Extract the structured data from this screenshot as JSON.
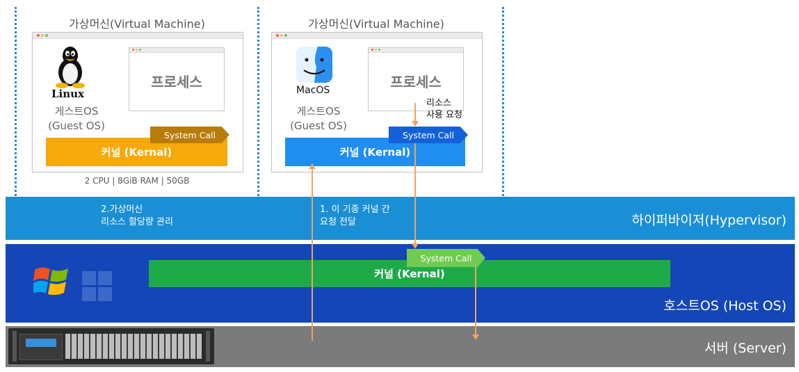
{
  "vm_left": {
    "title": "가상머신(Virtual Machine)",
    "os_name": "Linux",
    "guest_os_line1": "게스트OS",
    "guest_os_line2": "(Guest OS)",
    "process_label": "프로세스",
    "kernel_label": "커널 (Kernal)",
    "system_call_label": "System Call",
    "spec": "2 CPU | 8GiB RAM | 50GB",
    "kernel_color": "#f7a90b",
    "system_call_color": "#b87c0a"
  },
  "vm_right": {
    "title": "가상머신(Virtual Machine)",
    "os_name": "MacOS",
    "guest_os_line1": "게스트OS",
    "guest_os_line2": "(Guest OS)",
    "process_label": "프로세스",
    "kernel_label": "커널 (Kernal)",
    "system_call_label": "System Call",
    "resource_request_line1": "리소스",
    "resource_request_line2": "사용 요청",
    "kernel_color": "#1f8ef0",
    "system_call_color": "#1460d8"
  },
  "hypervisor": {
    "label": "하이퍼바이저(Hypervisor)",
    "note_left_line1": "2.가상머신",
    "note_left_line2": "리소스 할당량 관리",
    "note_mid_line1": "1. 이 기종 커널 간",
    "note_mid_line2": "요청 전달",
    "color": "#1a8fd6"
  },
  "host_os": {
    "label": "호스트OS (Host OS)",
    "kernel_label": "커널 (Kernal)",
    "system_call_label": "System Call",
    "color": "#1446b8",
    "kernel_color": "#1faa4a",
    "system_call_color": "#6fcb52"
  },
  "server": {
    "label": "서버 (Server)",
    "color": "#7b7b7b"
  },
  "icons": {
    "linux": "tux-penguin-icon",
    "mac": "macos-finder-icon",
    "windows": "windows-logo-icon"
  },
  "arrow_color": "#f3a35e"
}
